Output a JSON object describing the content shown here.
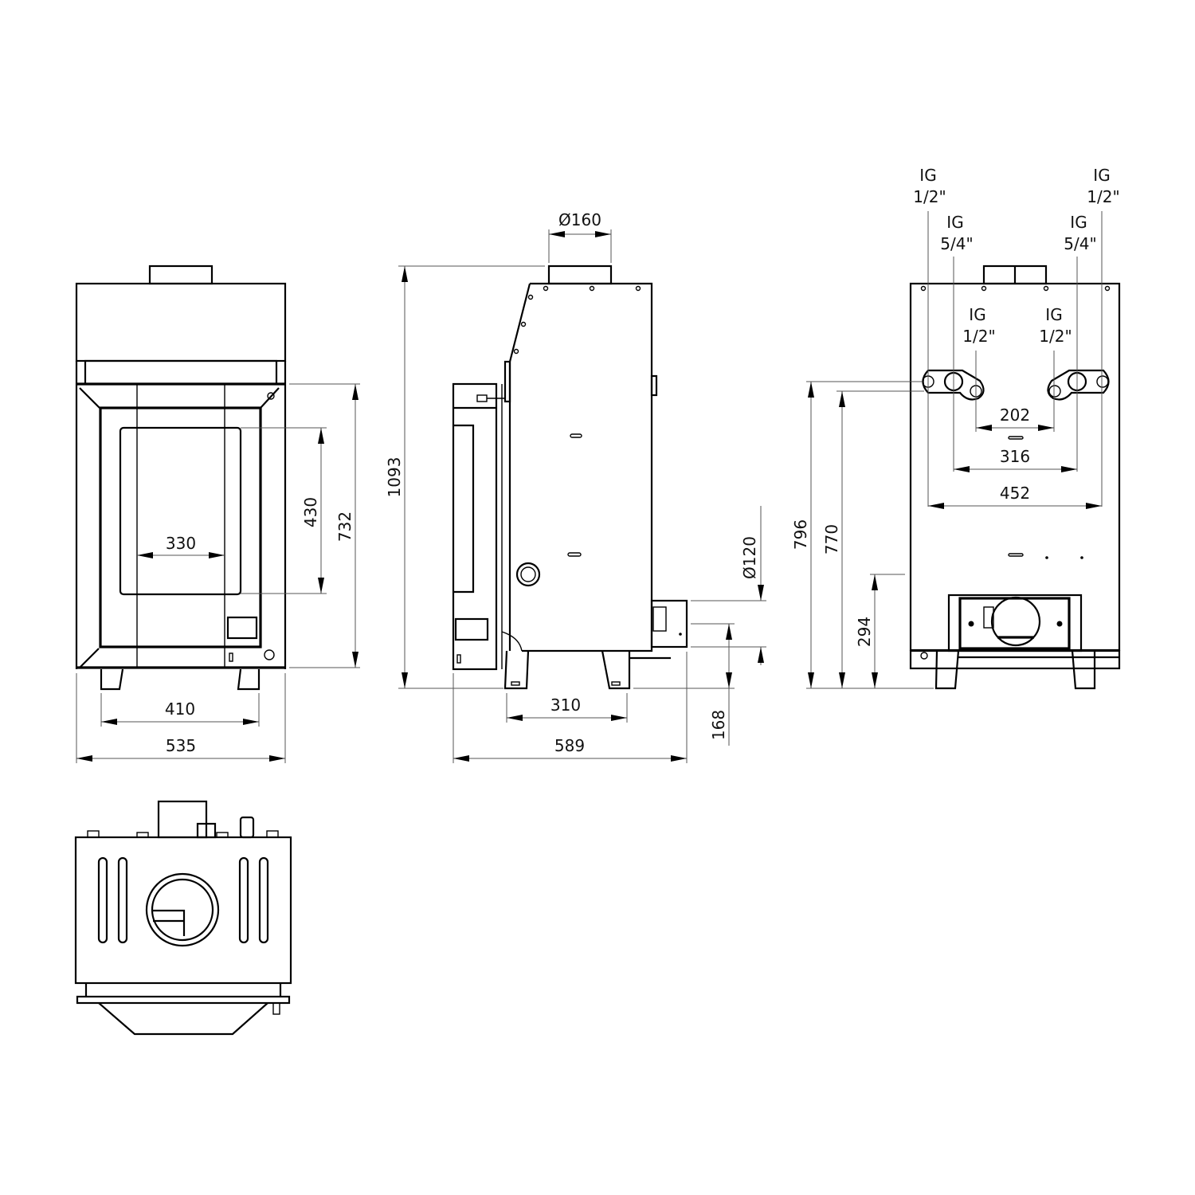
{
  "drawing": {
    "type": "technical dimension drawing",
    "subject": "fireplace insert with water heat exchanger",
    "units": "mm",
    "colors": {
      "line": "#000000",
      "dimension_line": "#555555",
      "background": "#ffffff"
    }
  },
  "front_view": {
    "dims": {
      "glass_width": "330",
      "glass_height": "430",
      "door_height": "732",
      "feet_spacing": "410",
      "overall_width": "535"
    }
  },
  "side_view": {
    "dims": {
      "flue_diameter": "Ø160",
      "overall_height": "1093",
      "air_inlet_diameter": "Ø120",
      "feet_spacing": "310",
      "air_inlet_height": "168",
      "overall_depth": "589"
    }
  },
  "rear_view": {
    "connections": [
      {
        "type": "IG",
        "size": "1/2\""
      },
      {
        "type": "IG",
        "size": "5/4\""
      },
      {
        "type": "IG",
        "size": "1/2\""
      },
      {
        "type": "IG",
        "size": "1/2\""
      },
      {
        "type": "IG",
        "size": "5/4\""
      },
      {
        "type": "IG",
        "size": "1/2\""
      }
    ],
    "dims": {
      "inner_spacing": "202",
      "main_spacing": "316",
      "outer_spacing": "452",
      "height_upper": "796",
      "height_lower": "770",
      "air_box_height": "294"
    }
  },
  "top_view": {
    "dims": {}
  }
}
